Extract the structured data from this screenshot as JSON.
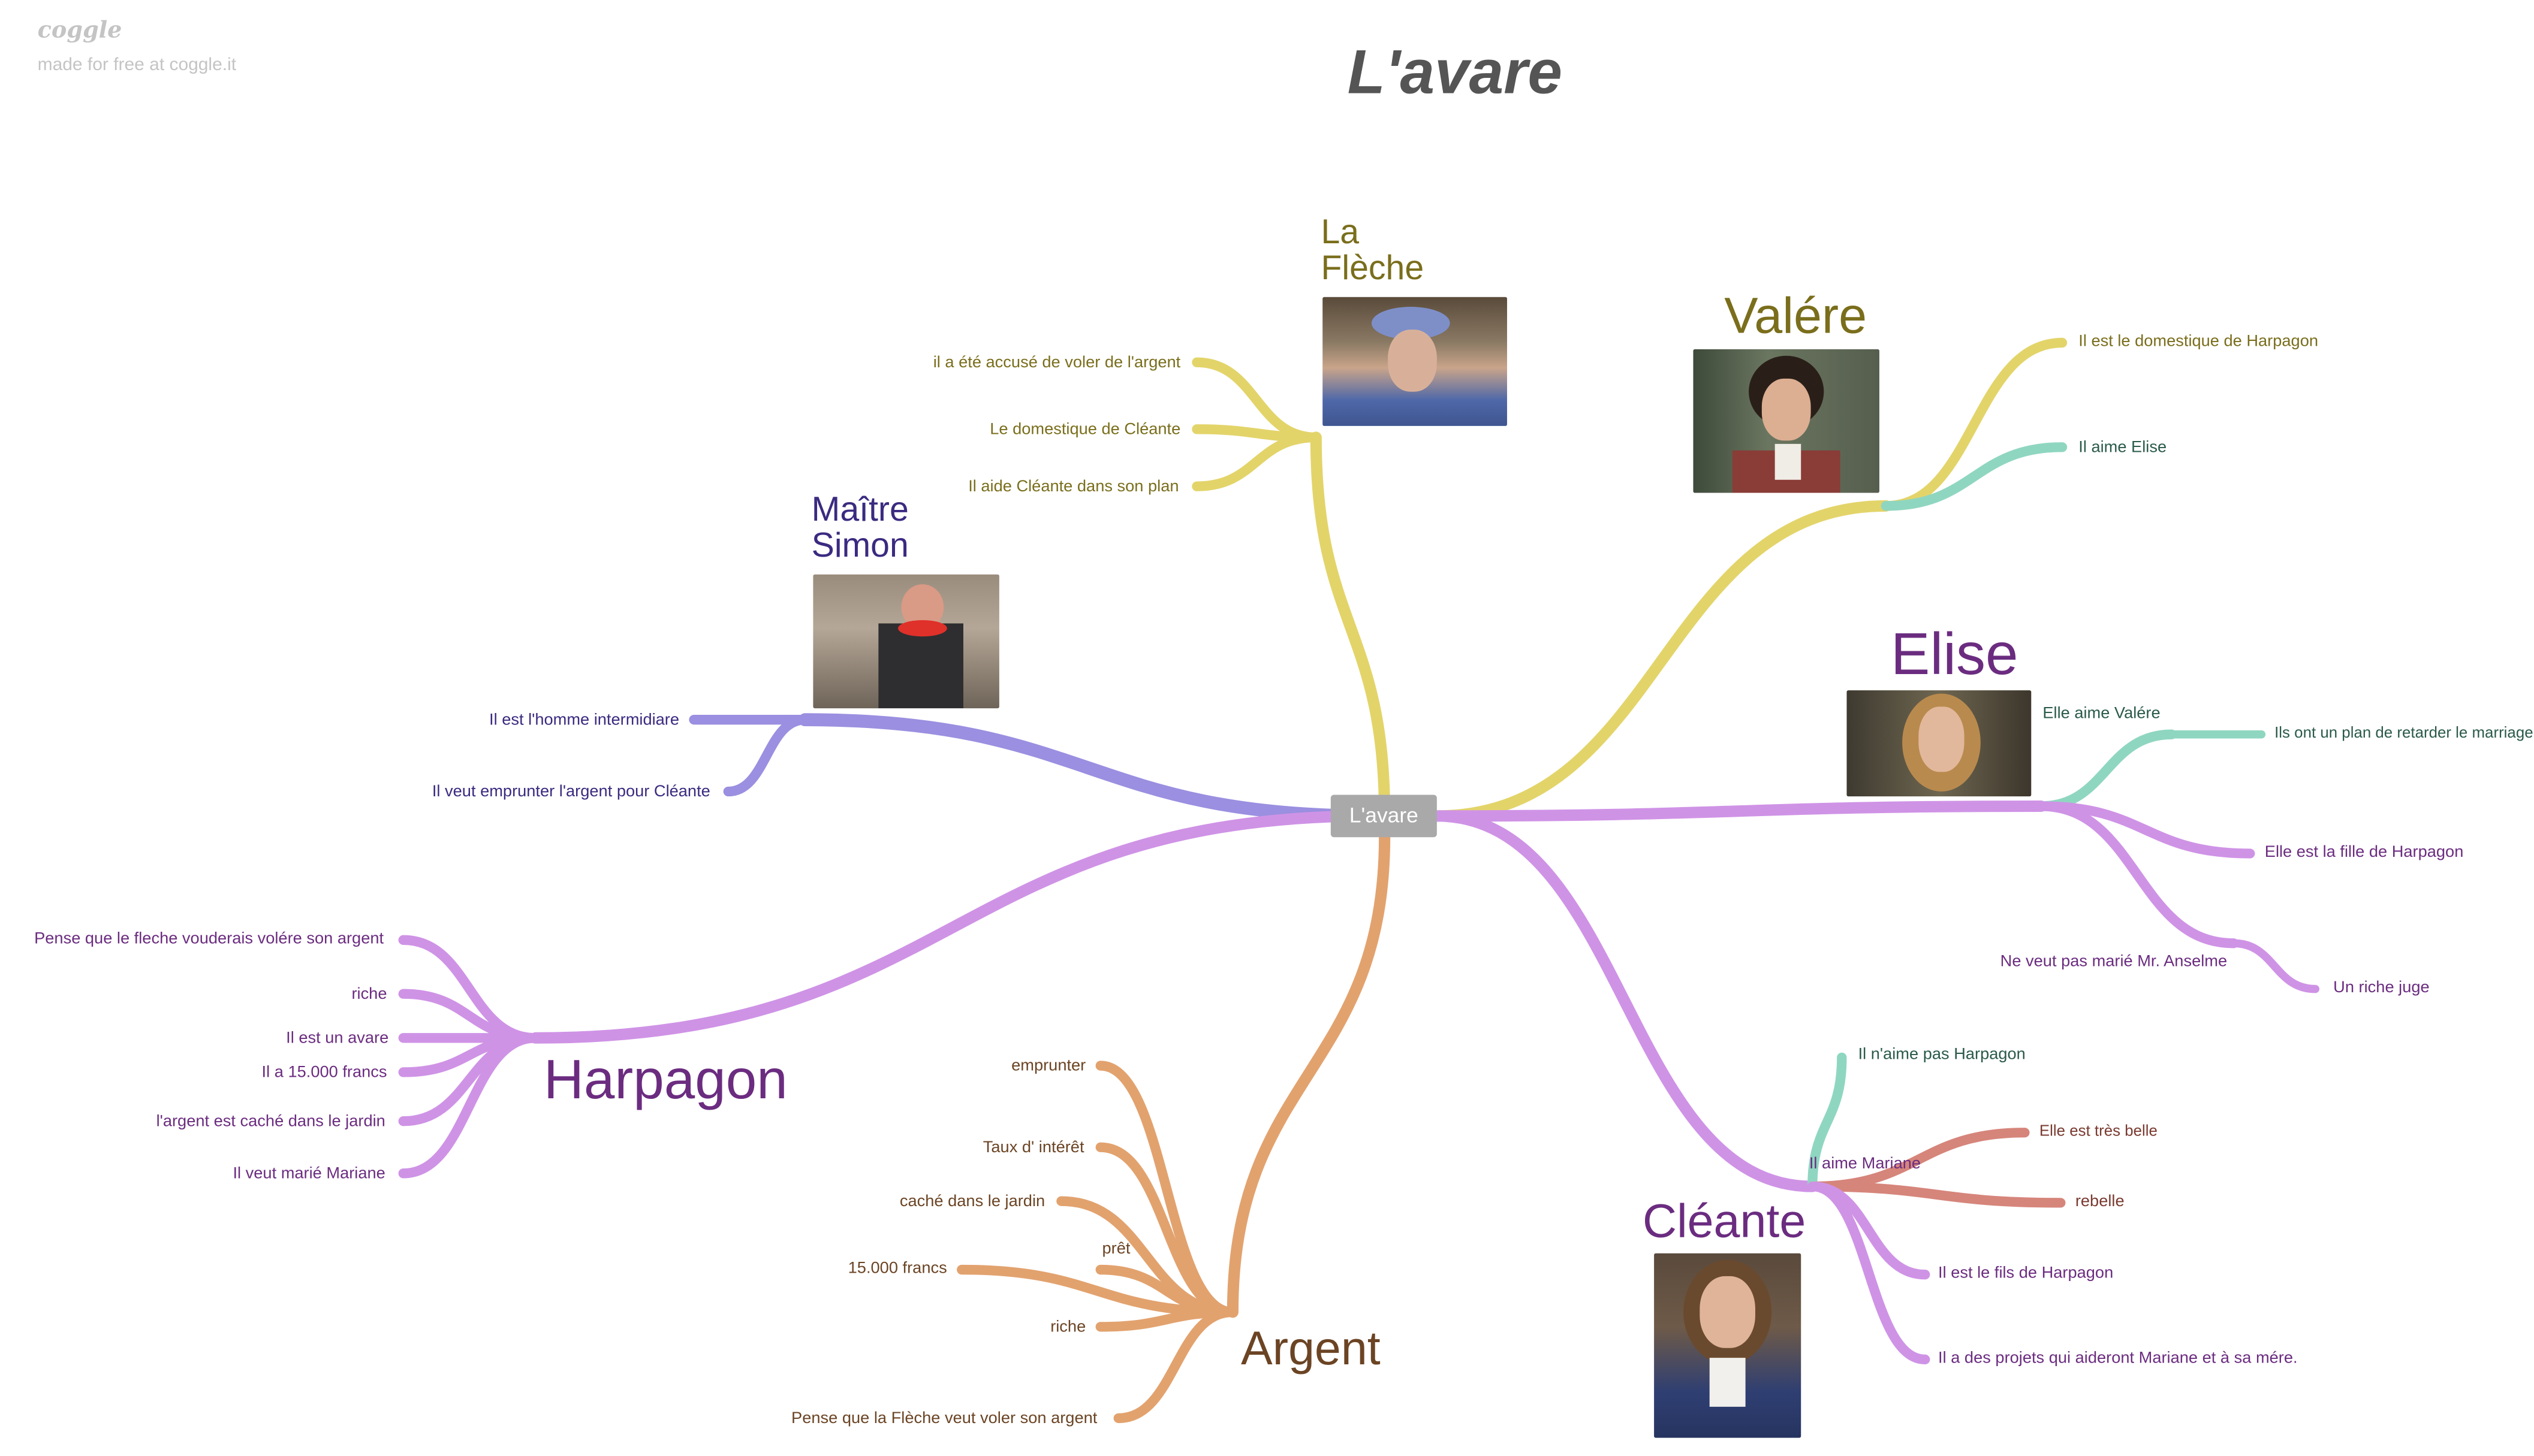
{
  "branding": {
    "logo": "coggle",
    "tagline": "made for free at coggle.it"
  },
  "title": "L'avare",
  "root": "L'avare",
  "colors": {
    "flechePurple": "#9a8fe0",
    "yellow": "#e3d46a",
    "lilac": "#cf93e6",
    "orange": "#e2a26e",
    "mint": "#8fd6c0",
    "rose": "#d6857b",
    "textOlive": "#7a6e1c",
    "textIndigo": "#3b2a80",
    "textPlum": "#6b2c80",
    "textBrown": "#6b4424",
    "textTeal": "#2a5a4a"
  },
  "nodes": {
    "fleche": {
      "name": "La Flèche",
      "items": [
        "il a été accusé de voler de l'argent",
        "Le domestique de Cléante",
        "Il aide Cléante dans son plan"
      ]
    },
    "simon": {
      "name": "Maître Simon",
      "items": [
        "Il est l'homme intermidiare",
        "Il veut emprunter l'argent pour Cléante"
      ]
    },
    "harpagon": {
      "name": "Harpagon",
      "items": [
        "Pense que le fleche vouderais volére son argent",
        "riche",
        "Il est un avare",
        "Il a 15.000 francs",
        "l'argent est caché dans le jardin",
        "Il veut marié Mariane"
      ]
    },
    "argent": {
      "name": "Argent",
      "items": [
        "emprunter",
        "Taux d' intérêt",
        "caché dans le jardin",
        "prêt",
        "15.000 francs",
        "riche",
        "Pense que la Flèche veut voler son argent"
      ]
    },
    "valere": {
      "name": "Valére",
      "items": [
        "Il est le domestique de Harpagon",
        "Il aime Elise"
      ]
    },
    "elise": {
      "name": "Elise",
      "items": [
        "Elle aime Valére",
        "Ils ont un plan de retarder le marriage",
        "Elle est la fille de Harpagon",
        "Ne veut pas marié Mr. Anselme",
        "Un riche juge"
      ]
    },
    "cleante": {
      "name": "Cléante",
      "items": [
        "Il n'aime pas Harpagon",
        "Il aime Mariane",
        "Elle est très belle",
        "rebelle",
        "Il est le fils de Harpagon",
        "Il a des projets qui aideront Mariane et à sa mére."
      ]
    }
  }
}
